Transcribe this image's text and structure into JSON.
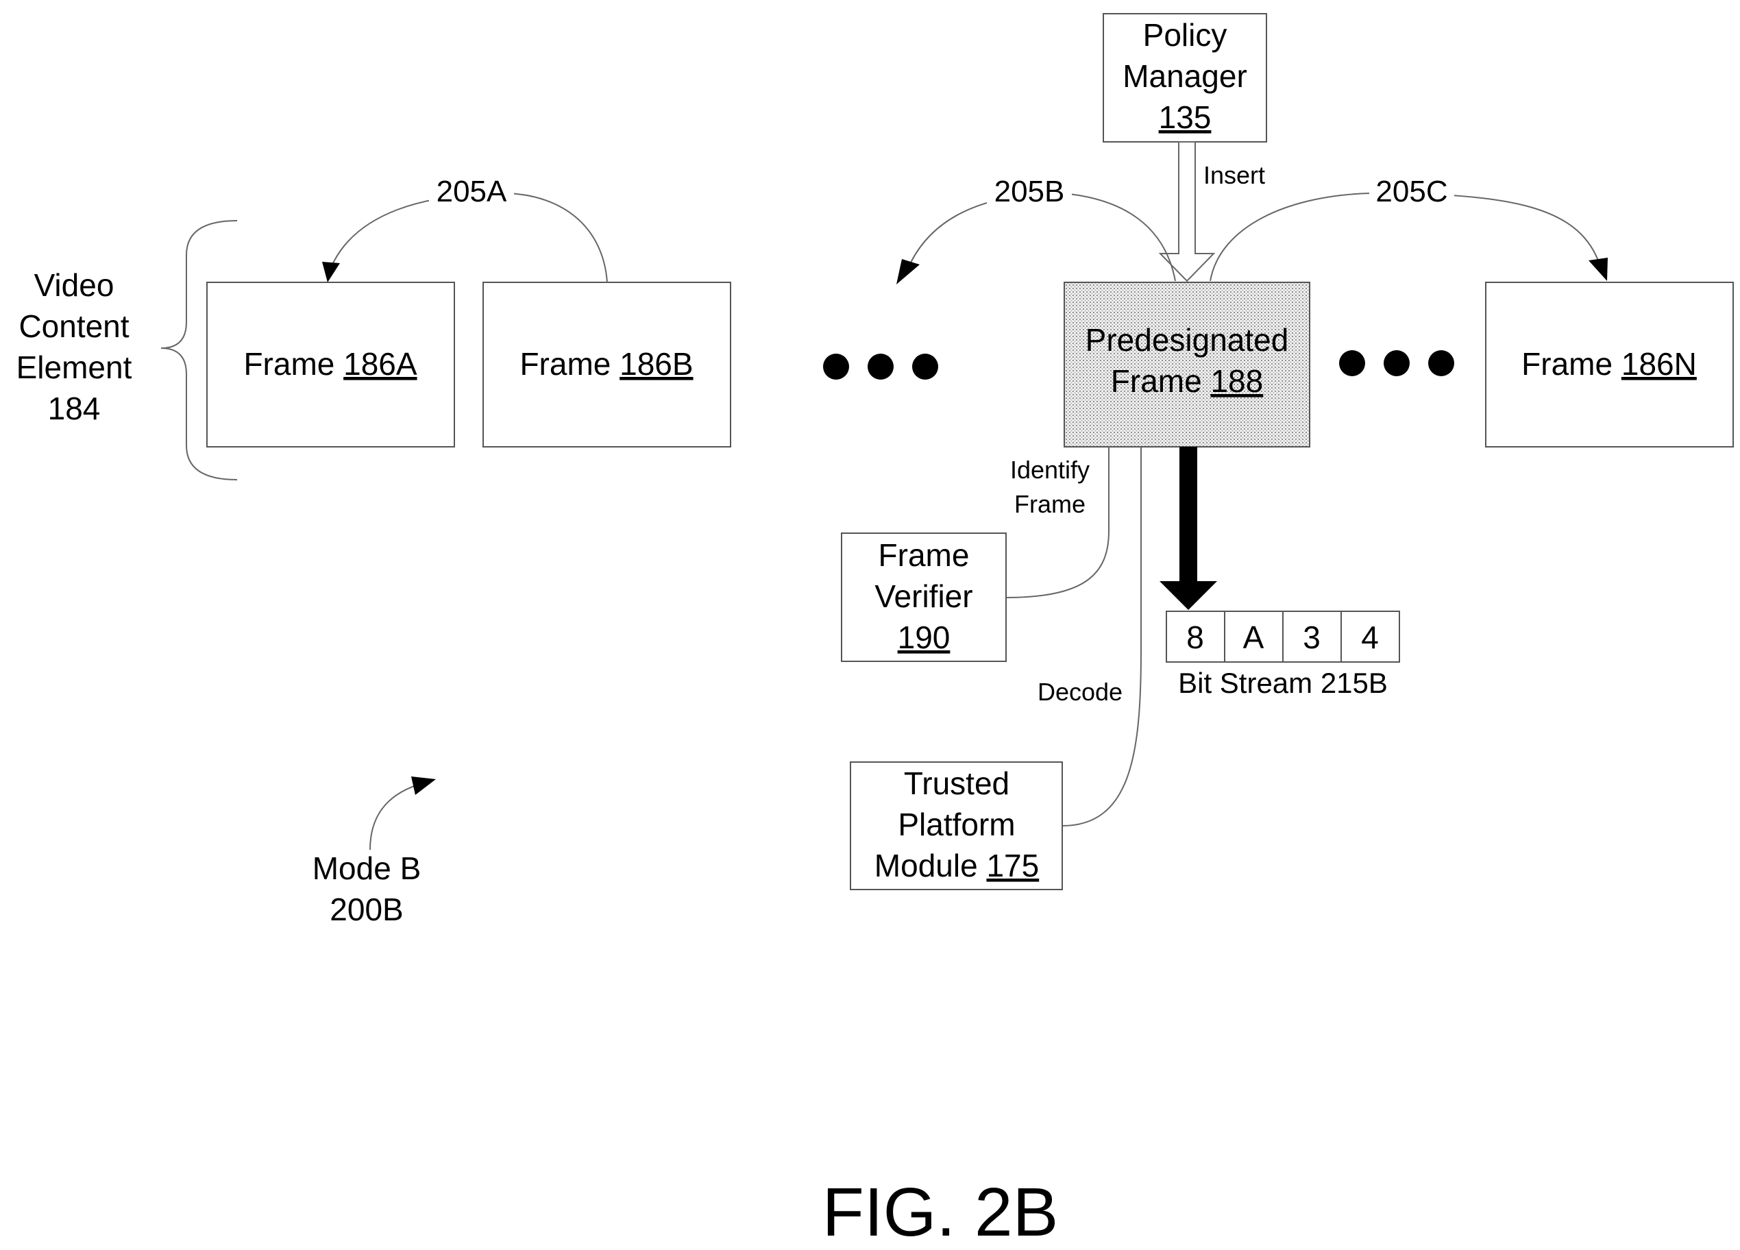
{
  "figure": {
    "caption": "FIG. 2B"
  },
  "policy_manager": {
    "line1": "Policy",
    "line2": "Manager",
    "ref": "135"
  },
  "insert_label": "Insert",
  "arrows": {
    "a": "205A",
    "b": "205B",
    "c": "205C"
  },
  "video_content": {
    "line1": "Video",
    "line2": "Content",
    "line3": "Element",
    "line4": "184"
  },
  "frames": {
    "a": {
      "word": "Frame",
      "ref": "186A"
    },
    "b": {
      "word": "Frame",
      "ref": "186B"
    },
    "n": {
      "word": "Frame",
      "ref": "186N"
    }
  },
  "predesignated": {
    "line1": "Predesignated",
    "word": "Frame",
    "ref": "188"
  },
  "identify": {
    "line1": "Identify",
    "line2": "Frame"
  },
  "frame_verifier": {
    "line1": "Frame",
    "line2": "Verifier",
    "ref": "190"
  },
  "bit_stream": {
    "cells": [
      "8",
      "A",
      "3",
      "4"
    ],
    "label": "Bit Stream 215B"
  },
  "decode_label": "Decode",
  "tpm": {
    "line1": "Trusted",
    "line2": "Platform",
    "word": "Module",
    "ref": "175"
  },
  "mode": {
    "line1": "Mode B",
    "line2": "200B"
  }
}
